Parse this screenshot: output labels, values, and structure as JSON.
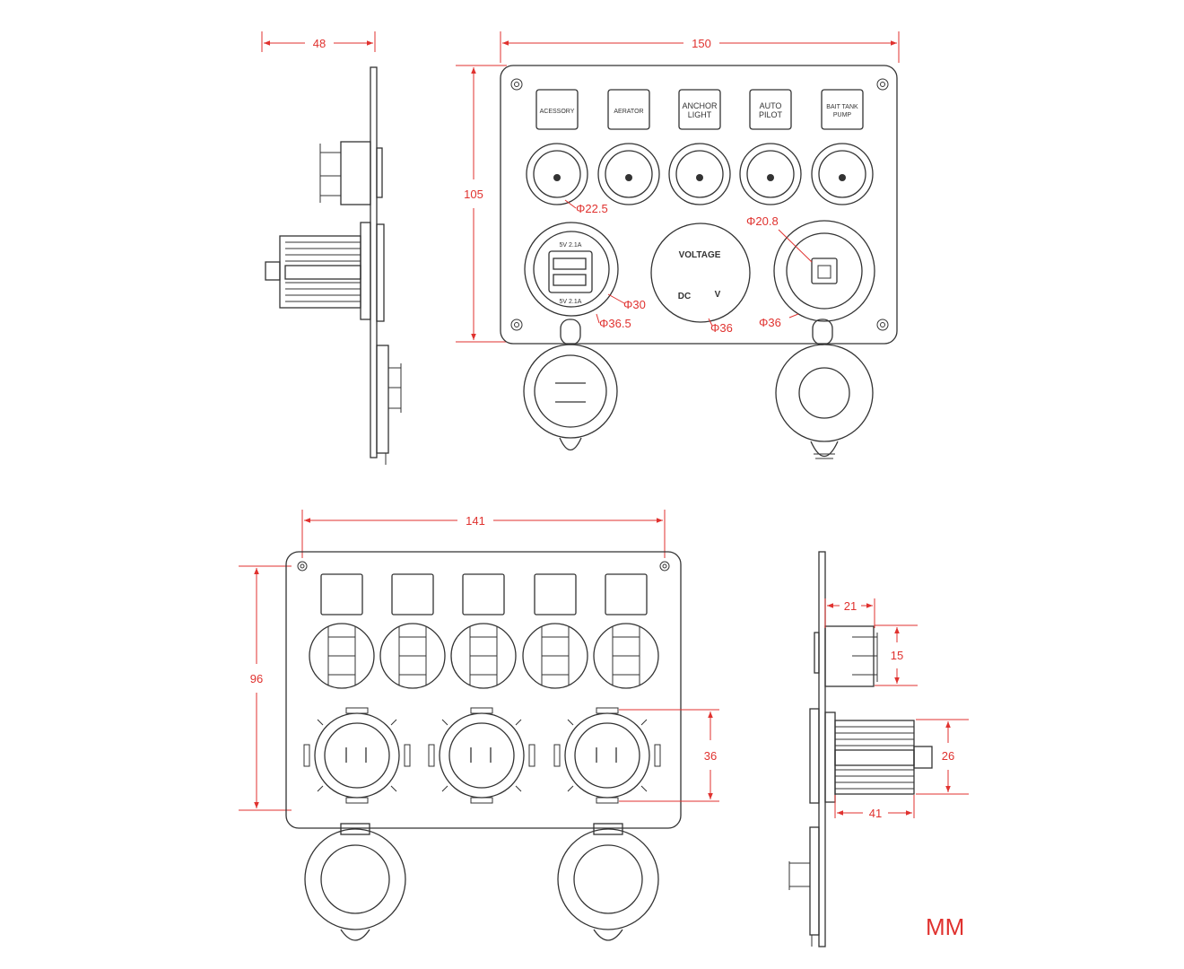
{
  "dimensions": {
    "side_top_width": "48",
    "front_width": "150",
    "front_height": "105",
    "switch_dia": "Φ22.5",
    "button_dia": "Φ20.8",
    "usb_inner_dia": "Φ30",
    "usb_outer_dia": "Φ36.5",
    "voltmeter_dia": "Φ36",
    "socket_dia": "Φ36",
    "back_hole_spacing": "141",
    "back_height": "96",
    "back_socket_height": "36",
    "side_switch_depth": "21",
    "side_switch_height": "15",
    "side_socket_height": "26",
    "side_socket_depth": "41"
  },
  "labels": {
    "switch1": [
      "ACESSORY"
    ],
    "switch2": [
      "AERATOR"
    ],
    "switch3": [
      "ANCHOR",
      "LIGHT"
    ],
    "switch4": [
      "AUTO",
      "PILOT"
    ],
    "switch5": [
      "BAIT TANK",
      "PUMP"
    ],
    "usb_top": "5V  2.1A",
    "usb_bottom": "5V  2.1A",
    "voltmeter_title": "VOLTAGE",
    "voltmeter_dc": "DC",
    "voltmeter_v": "V"
  },
  "units": "MM"
}
